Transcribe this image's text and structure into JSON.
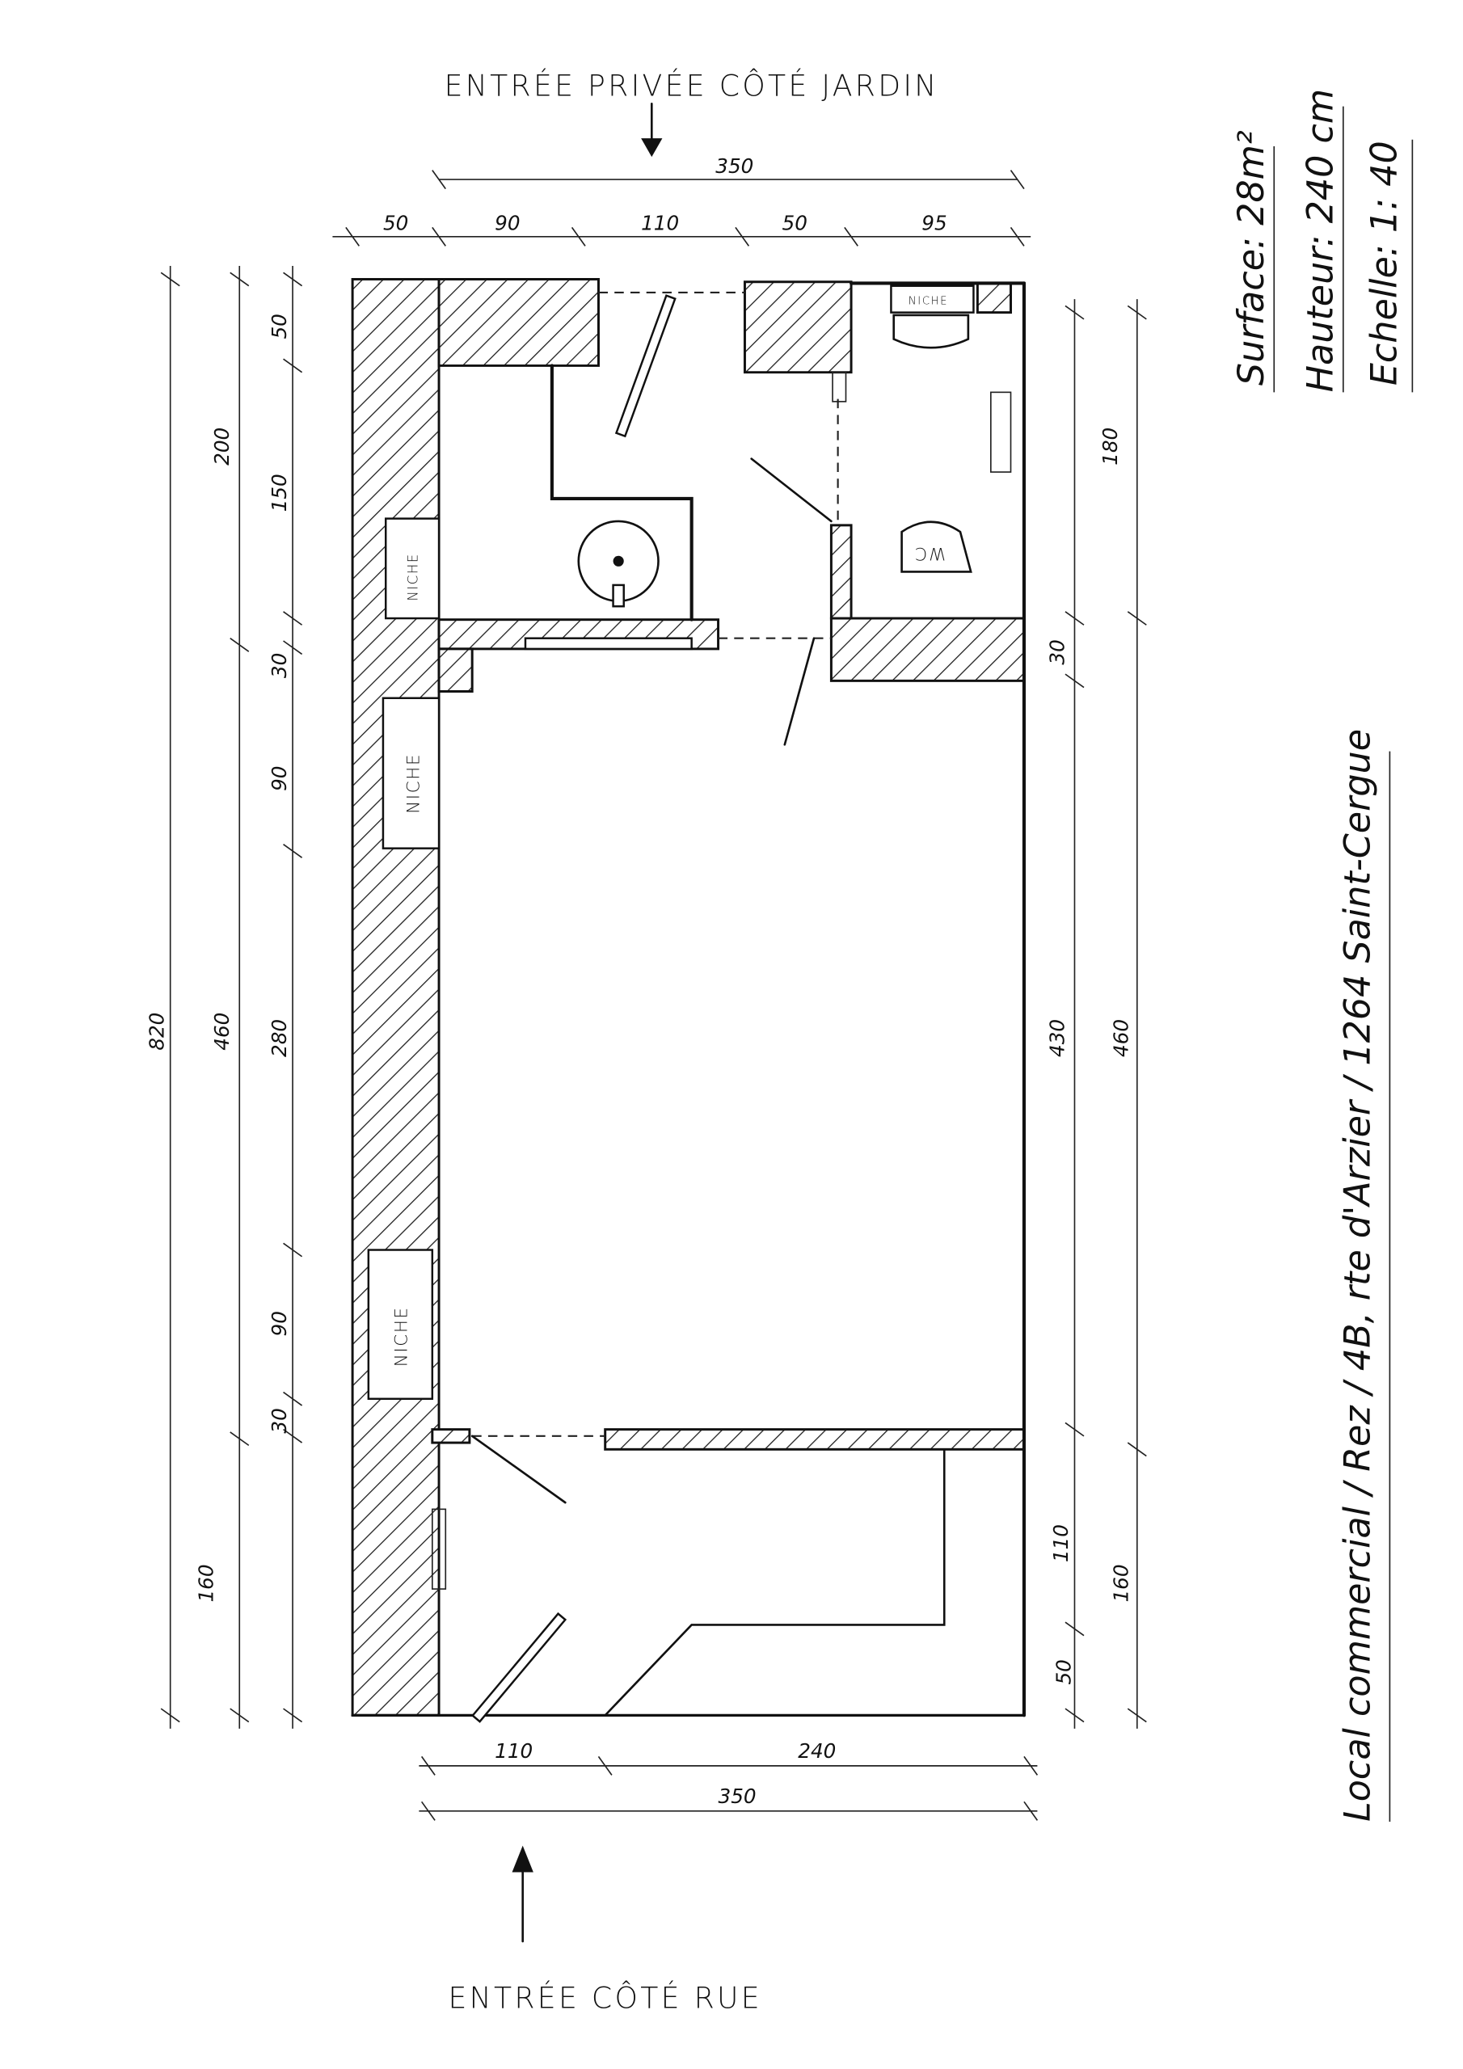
{
  "entrances": {
    "garden": "ENTRÉE PRIVÉE CÔTÉ JARDIN",
    "street": "ENTRÉE CÔTÉ RUE"
  },
  "info": {
    "surface": "Surface: 28m²",
    "height": "Hauteur: 240 cm",
    "scale": "Echelle: 1: 40"
  },
  "address": "Local commercial / Rez / 4B, rte d'Arzier / 1264 Saint-Cergue",
  "labels": {
    "niche": "NICHE",
    "wc": "WC"
  },
  "dimensions": {
    "top_total": "350",
    "top": [
      "50",
      "90",
      "110",
      "50",
      "95"
    ],
    "left_total": "820",
    "left_mid": [
      "200",
      "460",
      "160"
    ],
    "left_inner": [
      "50",
      "150",
      "30",
      "90",
      "280",
      "90",
      "30"
    ],
    "right_inner": [
      "180",
      "30",
      "430",
      "110",
      "50"
    ],
    "right_outer": [
      "460",
      "160"
    ],
    "bottom": [
      "110",
      "240"
    ],
    "bottom_total": "350"
  }
}
